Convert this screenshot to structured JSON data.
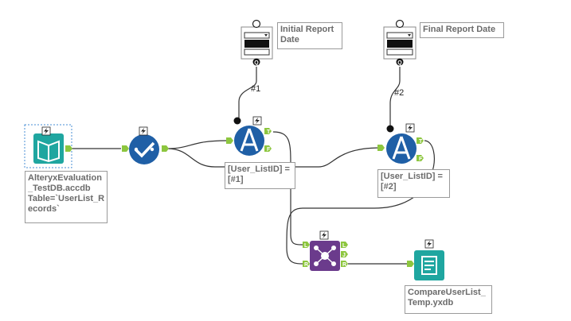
{
  "workflow": {
    "input": {
      "label": "AlteryxEvaluation\n_TestDB.accdb\nTable=`UserList_R\necords`"
    },
    "date1": {
      "label": "Initial Report\nDate"
    },
    "date2": {
      "label": "Final Report Date"
    },
    "filter1": {
      "label": "[User_ListID] =\n[#1]"
    },
    "filter2": {
      "label": "[User_ListID] =\n[#2]"
    },
    "output": {
      "label": "CompareUserList_\nTemp.yxdb"
    },
    "connections": {
      "c1": "#1",
      "c2": "#2"
    },
    "anchors": {
      "q": "Q",
      "t": "T",
      "f": "F",
      "l": "L",
      "j": "J",
      "r": "R",
      "lightning": "⚡"
    }
  },
  "colors": {
    "input_tool": "#1fa6a0",
    "prep_tool": "#1f5fa6",
    "join_tool": "#6b3b8c",
    "output_tool": "#1fa6a0",
    "anchor_green": "#8dc63f",
    "wire": "#333333"
  }
}
